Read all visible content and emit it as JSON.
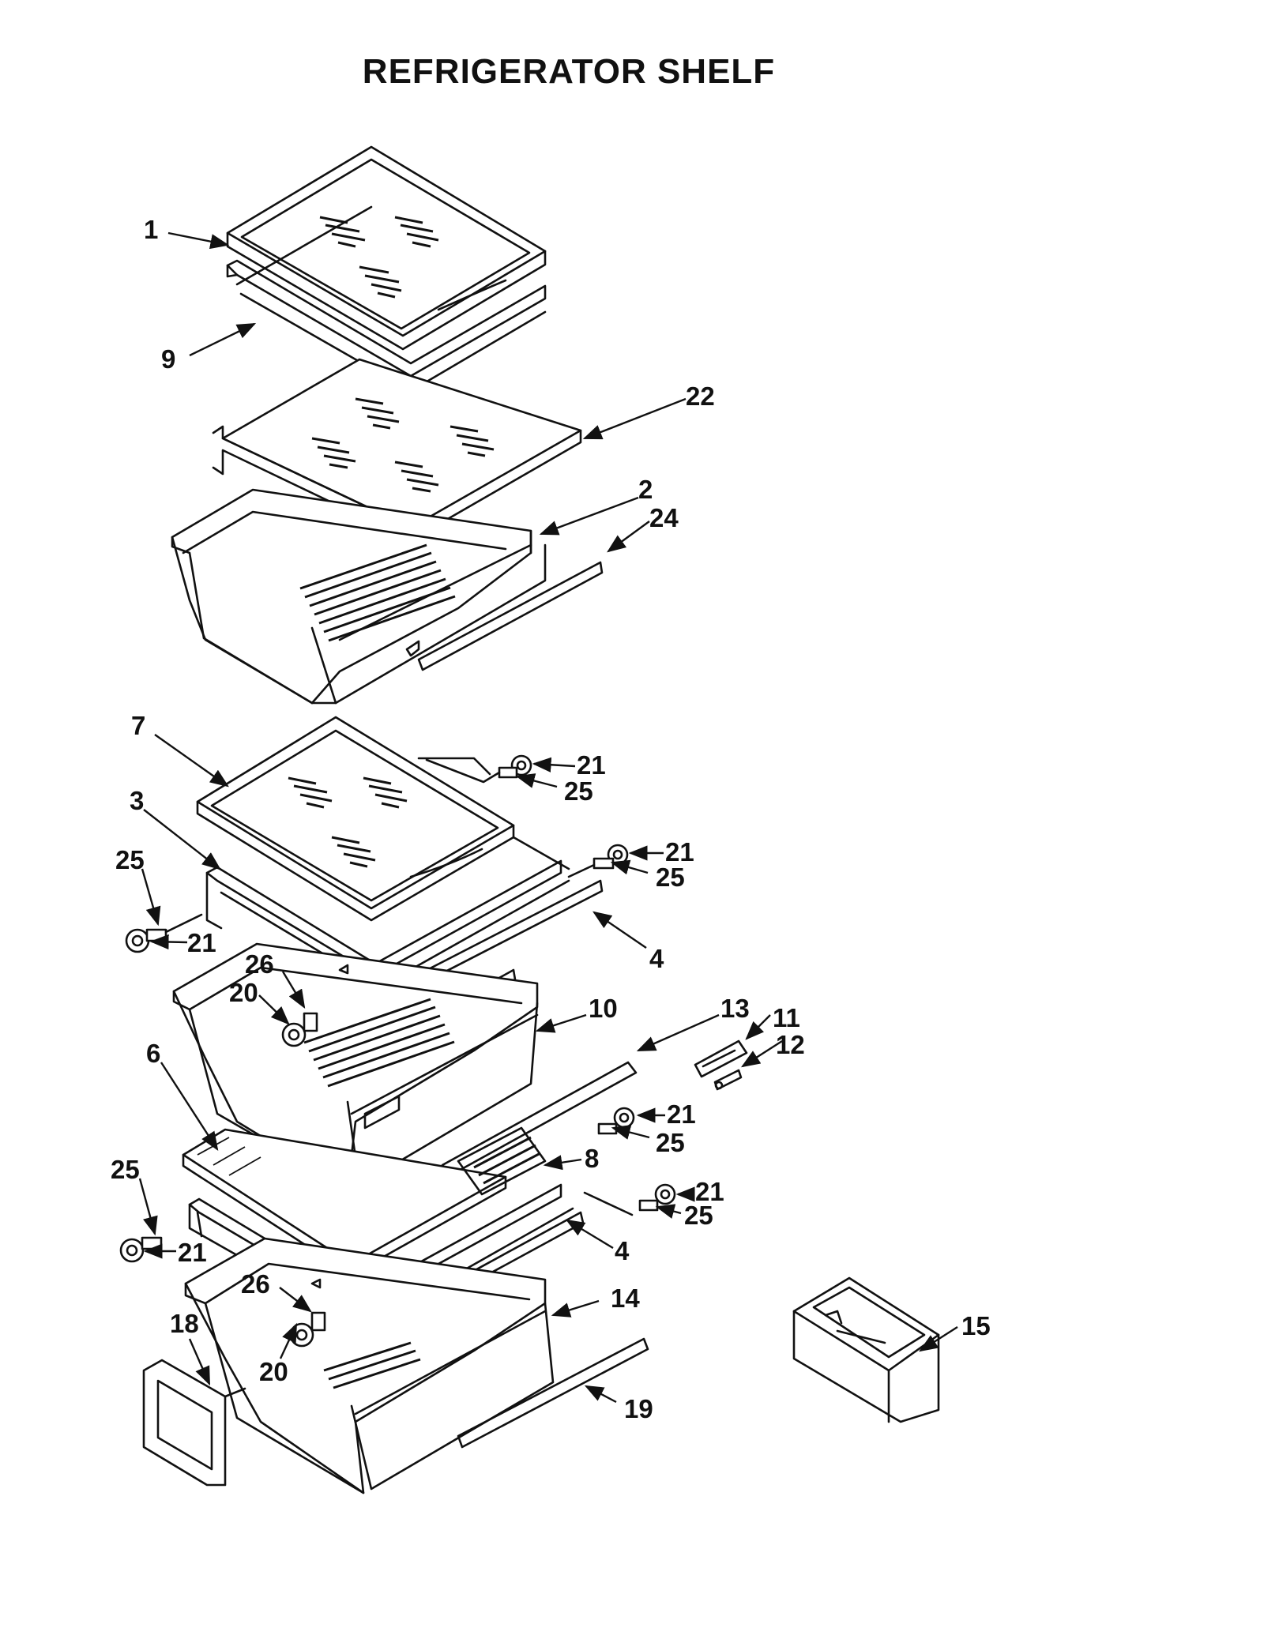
{
  "title": "REFRIGERATOR SHELF",
  "callouts": [
    {
      "id": "c1",
      "label": "1"
    },
    {
      "id": "c9",
      "label": "9"
    },
    {
      "id": "c22",
      "label": "22"
    },
    {
      "id": "c2",
      "label": "2"
    },
    {
      "id": "c24",
      "label": "24"
    },
    {
      "id": "c7",
      "label": "7"
    },
    {
      "id": "c21a",
      "label": "21"
    },
    {
      "id": "c25a",
      "label": "25"
    },
    {
      "id": "c3",
      "label": "3"
    },
    {
      "id": "c21b",
      "label": "21"
    },
    {
      "id": "c25b",
      "label": "25"
    },
    {
      "id": "c25c",
      "label": "25"
    },
    {
      "id": "c21c",
      "label": "21"
    },
    {
      "id": "c4a",
      "label": "4"
    },
    {
      "id": "c26a",
      "label": "26"
    },
    {
      "id": "c20a",
      "label": "20"
    },
    {
      "id": "c10",
      "label": "10"
    },
    {
      "id": "c13",
      "label": "13"
    },
    {
      "id": "c11",
      "label": "11"
    },
    {
      "id": "c12",
      "label": "12"
    },
    {
      "id": "c6",
      "label": "6"
    },
    {
      "id": "c21d",
      "label": "21"
    },
    {
      "id": "c25d",
      "label": "25"
    },
    {
      "id": "c8",
      "label": "8"
    },
    {
      "id": "c25e",
      "label": "25"
    },
    {
      "id": "c21e",
      "label": "21"
    },
    {
      "id": "c25f",
      "label": "25"
    },
    {
      "id": "c21f",
      "label": "21"
    },
    {
      "id": "c4b",
      "label": "4"
    },
    {
      "id": "c26b",
      "label": "26"
    },
    {
      "id": "c14",
      "label": "14"
    },
    {
      "id": "c15",
      "label": "15"
    },
    {
      "id": "c18",
      "label": "18"
    },
    {
      "id": "c20b",
      "label": "20"
    },
    {
      "id": "c19",
      "label": "19"
    }
  ]
}
